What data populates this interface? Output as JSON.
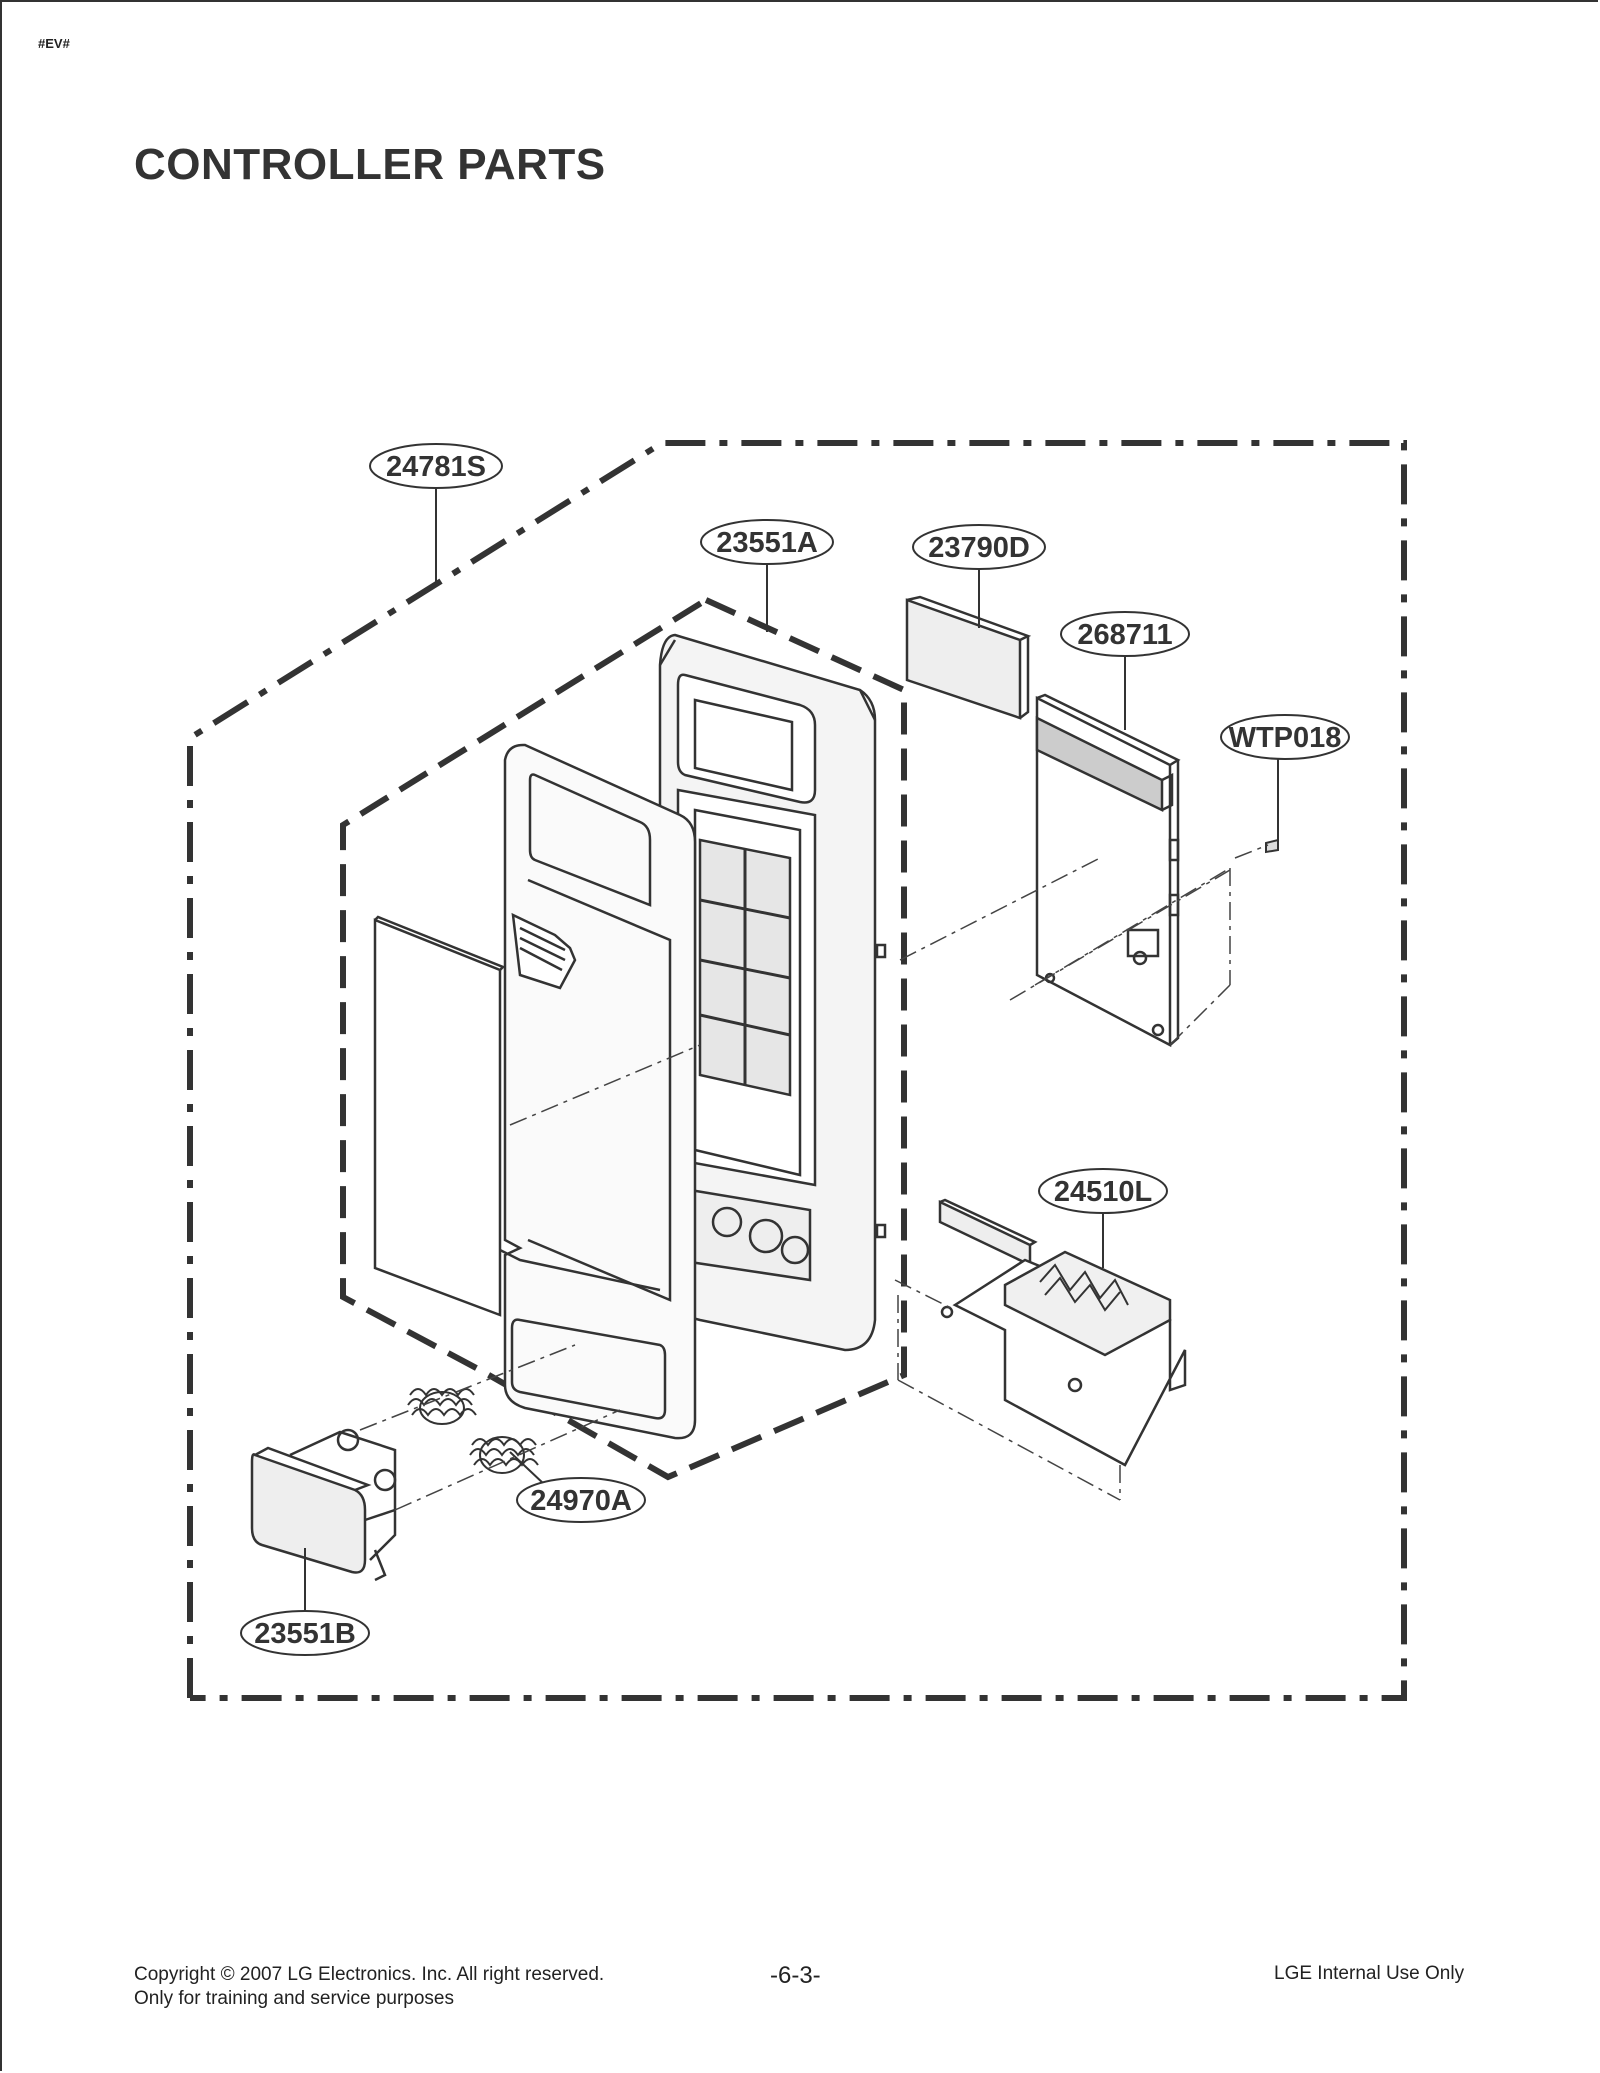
{
  "document_code": "#EV#",
  "title": "CONTROLLER PARTS",
  "callouts": {
    "assembly": "24781S",
    "front_panel": "23551A",
    "window": "23790D",
    "pcb": "268711",
    "screw": "WTP018",
    "latch": "24510L",
    "spring": "24970A",
    "button": "23551B"
  },
  "footer": {
    "copyright": "Copyright © 2007 LG Electronics. Inc. All right reserved.",
    "purpose": "Only for training and service purposes",
    "page_number": "-6-3-",
    "internal": "LGE Internal Use Only"
  }
}
